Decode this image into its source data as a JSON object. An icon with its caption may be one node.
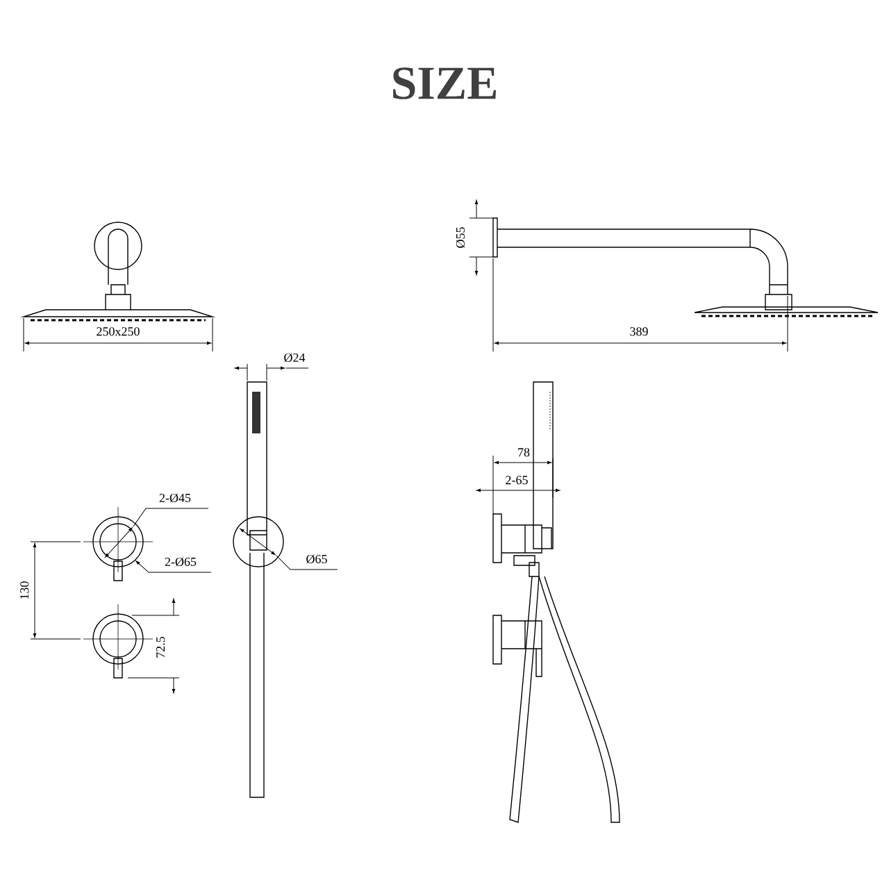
{
  "diagram": {
    "title": "SIZE",
    "labels": [
      "Ø55",
      "250x250",
      "389",
      "Ø24",
      "78",
      "2-65",
      "2-Ø45",
      "2-Ø65",
      "Ø65",
      "130",
      "72.5"
    ]
  }
}
